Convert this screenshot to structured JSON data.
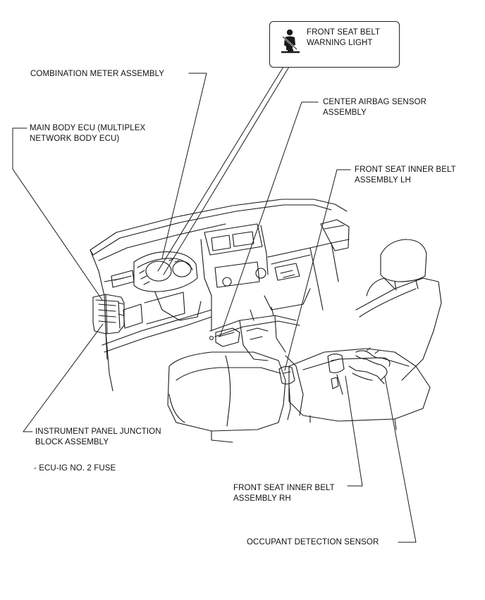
{
  "labels": {
    "warning_light": "FRONT SEAT BELT\nWARNING LIGHT",
    "combination_meter": "COMBINATION METER ASSEMBLY",
    "center_airbag": "CENTER AIRBAG SENSOR\nASSEMBLY",
    "main_body_ecu": "MAIN BODY ECU (MULTIPLEX\nNETWORK BODY ECU)",
    "inner_belt_lh": "FRONT SEAT INNER BELT\nASSEMBLY LH",
    "junction_block": "INSTRUMENT PANEL JUNCTION\nBLOCK ASSEMBLY",
    "fuse": "- ECU-IG NO. 2 FUSE",
    "inner_belt_rh": "FRONT SEAT INNER BELT\nASSEMBLY RH",
    "occupant_sensor": "OCCUPANT DETECTION SENSOR"
  },
  "icons": {
    "warning_light_icon": "seat-belt-icon"
  }
}
